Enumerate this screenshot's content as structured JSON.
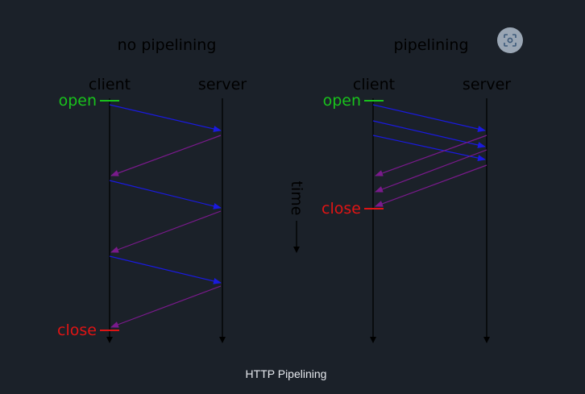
{
  "caption": "HTTP Pipelining",
  "colors": {
    "request_arrow": "#1a1adf",
    "response_arrow": "#7a1a8c",
    "open": "#19c21c",
    "close": "#e01414",
    "lifeline": "#000000"
  },
  "icons": {
    "lens_button": "google-lens-icon"
  },
  "panels": [
    {
      "title": "no pipelining",
      "client_label": "client",
      "server_label": "server",
      "open_label": "open",
      "close_label": "close"
    },
    {
      "title": "pipelining",
      "client_label": "client",
      "server_label": "server",
      "open_label": "open",
      "close_label": "close"
    }
  ],
  "time_label": "time"
}
